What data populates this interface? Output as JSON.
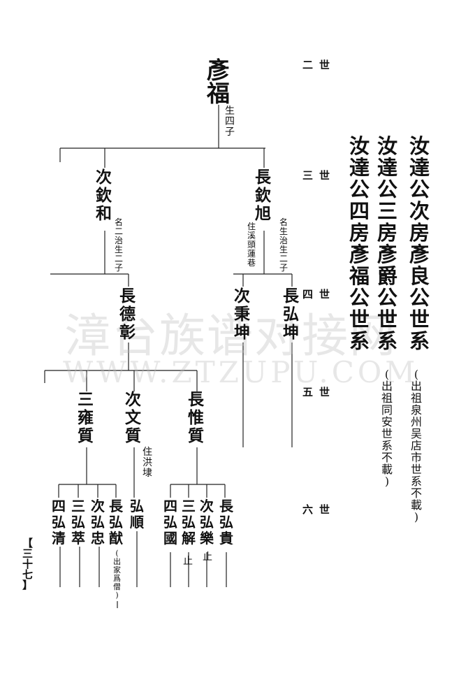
{
  "header": {
    "title_cols": [
      "汝達公次房彥良公世系",
      "汝達公三房彥爵公世系",
      "汝達公四房彥福公世系"
    ],
    "note_1": "(出祖泉州吴店市世系不載)",
    "note_2": "(出祖同安世系不載)"
  },
  "generations": [
    "二世",
    "三世",
    "四世",
    "五世",
    "六世"
  ],
  "persons": {
    "yanfu": {
      "name": "彥福",
      "note": "生四子"
    },
    "qinhe": {
      "name": "次欽和",
      "note": "名二治生二子"
    },
    "qinxu": {
      "name": "長欽旭",
      "note": "名生治生二子",
      "note2": "住溪頭蓮巷"
    },
    "dezhang": {
      "name": "長德彰"
    },
    "bingkun": {
      "name": "次秉坤"
    },
    "hongkun": {
      "name": "長弘坤"
    },
    "yongzhi": {
      "name": "三雍質"
    },
    "wenzhi": {
      "name": "次文質",
      "note": "住洪埭"
    },
    "xingzhi": {
      "name": "長惟質"
    },
    "hongqing": {
      "name": "四弘清"
    },
    "honggua": {
      "name": "三弘萃"
    },
    "hongzhong": {
      "name": "次弘忠"
    },
    "honghui": {
      "name": "長弘猷",
      "note": "(出家爲僧)"
    },
    "hongshun": {
      "name": "弘順"
    },
    "hongguo": {
      "name": "四弘國"
    },
    "hongjie": {
      "name": "三弘解",
      "note": "止"
    },
    "hongle": {
      "name": "次弘樂",
      "note": "止"
    },
    "honggui": {
      "name": "長弘貴"
    }
  },
  "watermark": {
    "line1": "漳台族谱对接网",
    "line2": "WWW.ZTZUPU.COM"
  },
  "page_number": "【三十七】"
}
